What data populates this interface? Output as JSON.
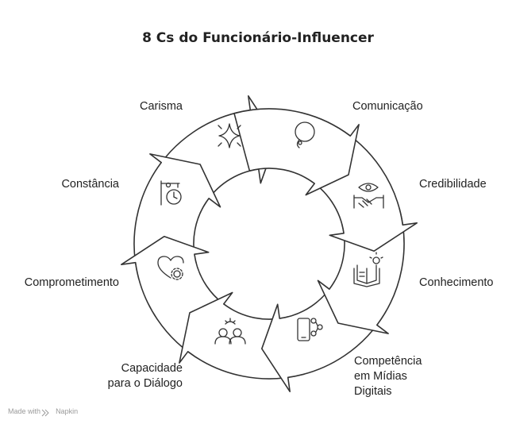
{
  "title": "8 Cs do Funcionário-Influencer",
  "stages": [
    {
      "label": "Comunicação",
      "icon": "speech-bubble-icon"
    },
    {
      "label": "Credibilidade",
      "icon": "eye-handshake-icon"
    },
    {
      "label": "Conhecimento",
      "icon": "book-lightbulb-icon"
    },
    {
      "label": "Competência em Mídias Digitais",
      "lines": [
        "Competência",
        "em Mídias",
        "Digitais"
      ],
      "icon": "smartphone-share-icon"
    },
    {
      "label": "Capacidade para o Diálogo",
      "lines": [
        "Capacidade",
        "para o Diálogo"
      ],
      "icon": "people-talking-icon"
    },
    {
      "label": "Comprometimento",
      "icon": "heart-gear-icon"
    },
    {
      "label": "Constância",
      "icon": "clock-sign-icon"
    },
    {
      "label": "Carisma",
      "icon": "sparkle-icon"
    }
  ],
  "footer": {
    "made_with": "Made with",
    "brand": "Napkin"
  },
  "colors": {
    "stroke": "#333333",
    "fill": "#ffffff",
    "text": "#222222"
  }
}
